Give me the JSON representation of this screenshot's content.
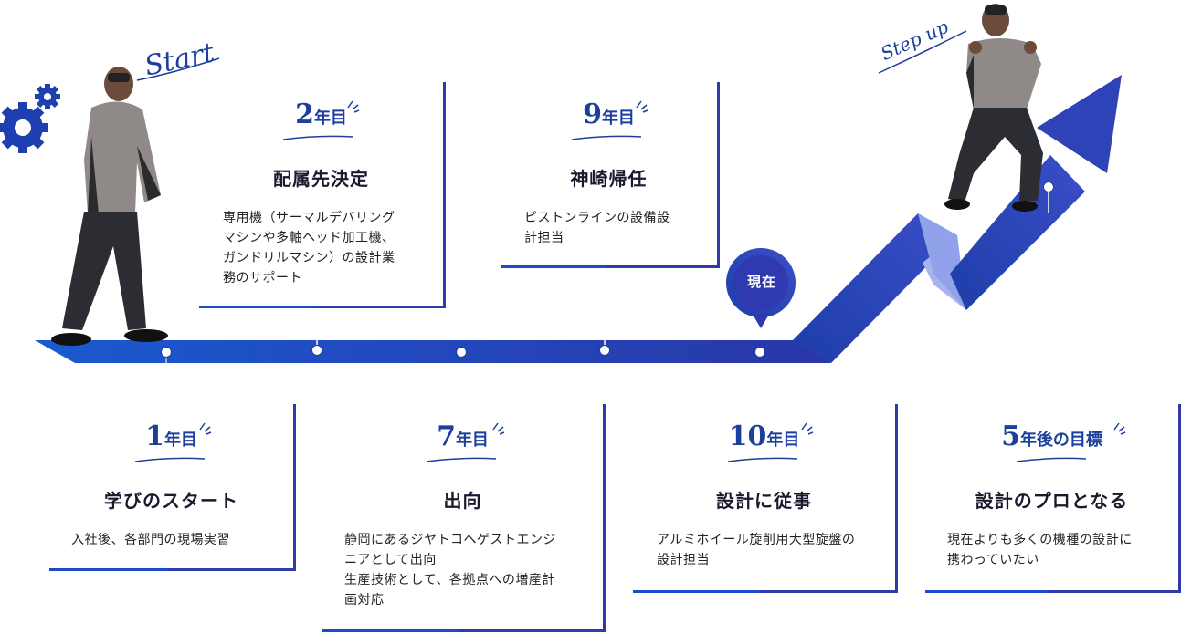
{
  "labels": {
    "start": "Start",
    "step_up": "Step up",
    "now": "現在"
  },
  "colors": {
    "accent": "#1c4bc4",
    "navy": "#2f3aa8",
    "heading": "#1c3f9c"
  },
  "cards": {
    "y1": {
      "num": "1",
      "unit": "年目",
      "title": "学びのスタート",
      "desc": "入社後、各部門の現場実習"
    },
    "y2": {
      "num": "2",
      "unit": "年目",
      "title": "配属先決定",
      "desc": "専用機（サーマルデバリング\nマシンや多軸ヘッド加工機、\nガンドリルマシン）の設計業\n務のサポート"
    },
    "y7": {
      "num": "7",
      "unit": "年目",
      "title": "出向",
      "desc": "静岡にあるジヤトコへゲストエンジ\nニアとして出向\n生産技術として、各拠点への増産計\n画対応"
    },
    "y9": {
      "num": "9",
      "unit": "年目",
      "title": "神崎帰任",
      "desc": "ピストンラインの設備設\n計担当"
    },
    "y10": {
      "num": "10",
      "unit": "年目",
      "title": "設計に従事",
      "desc": "アルミホイール旋削用大型旋盤の\n設計担当"
    },
    "goal": {
      "num": "5",
      "unit": "年後の目標",
      "title": "設計のプロとなる",
      "desc": "現在よりも多くの機種の設計に\n携わっていたい"
    }
  }
}
